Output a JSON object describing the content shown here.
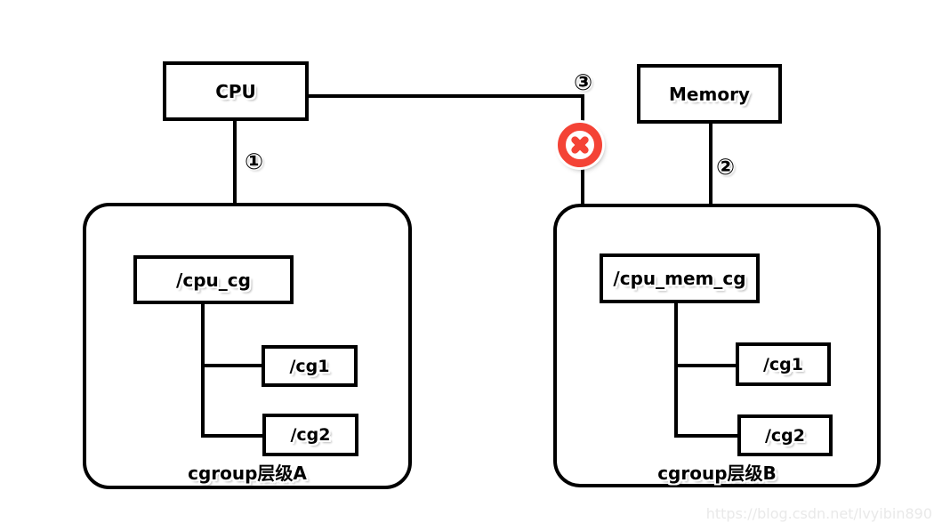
{
  "page": {
    "background": "#ffffff",
    "watermark": "https://blog.csdn.net/lvyibin890"
  },
  "colors": {
    "line": "#000000",
    "box_fill": "#ffffff",
    "error_red": "#f44336"
  },
  "top_nodes": {
    "cpu_label": "CPU",
    "memory_label": "Memory"
  },
  "markers": {
    "m1": "①",
    "m2": "②",
    "m3": "③"
  },
  "group_a": {
    "caption": "cgroup层级A",
    "root_label": "/cpu_cg",
    "children": [
      "/cg1",
      "/cg2"
    ]
  },
  "group_b": {
    "caption": "cgroup层级B",
    "root_label": "/cpu_mem_cg",
    "children": [
      "/cg1",
      "/cg2"
    ]
  }
}
